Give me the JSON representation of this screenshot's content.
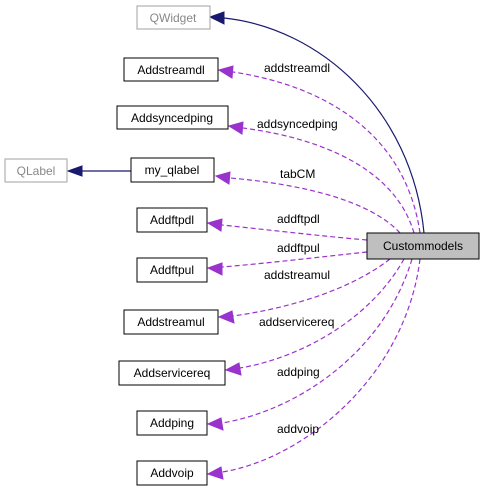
{
  "nodes": {
    "qwidget": "QWidget",
    "addstreamdl": "Addstreamdl",
    "addsyncedping": "Addsyncedping",
    "qlabel": "QLabel",
    "my_qlabel": "my_qlabel",
    "addftpdl": "Addftpdl",
    "addftpul": "Addftpul",
    "addstreamul": "Addstreamul",
    "addservicereq": "Addservicereq",
    "addping": "Addping",
    "addvoip": "Addvoip",
    "custommodels": "Custommodels"
  },
  "edge_labels": {
    "addstreamdl": "addstreamdl",
    "addsyncedping": "addsyncedping",
    "tabcm": "tabCM",
    "addftpdl": "addftpdl",
    "addftpul": "addftpul",
    "addstreamul": "addstreamul",
    "addservicereq": "addservicereq",
    "addping": "addping",
    "addvoip": "addvoip"
  },
  "colors": {
    "inheritance": "#191970",
    "usage": "#9a32cd",
    "focus_fill": "#bfbfbf",
    "external_border": "#a0a0a0"
  }
}
